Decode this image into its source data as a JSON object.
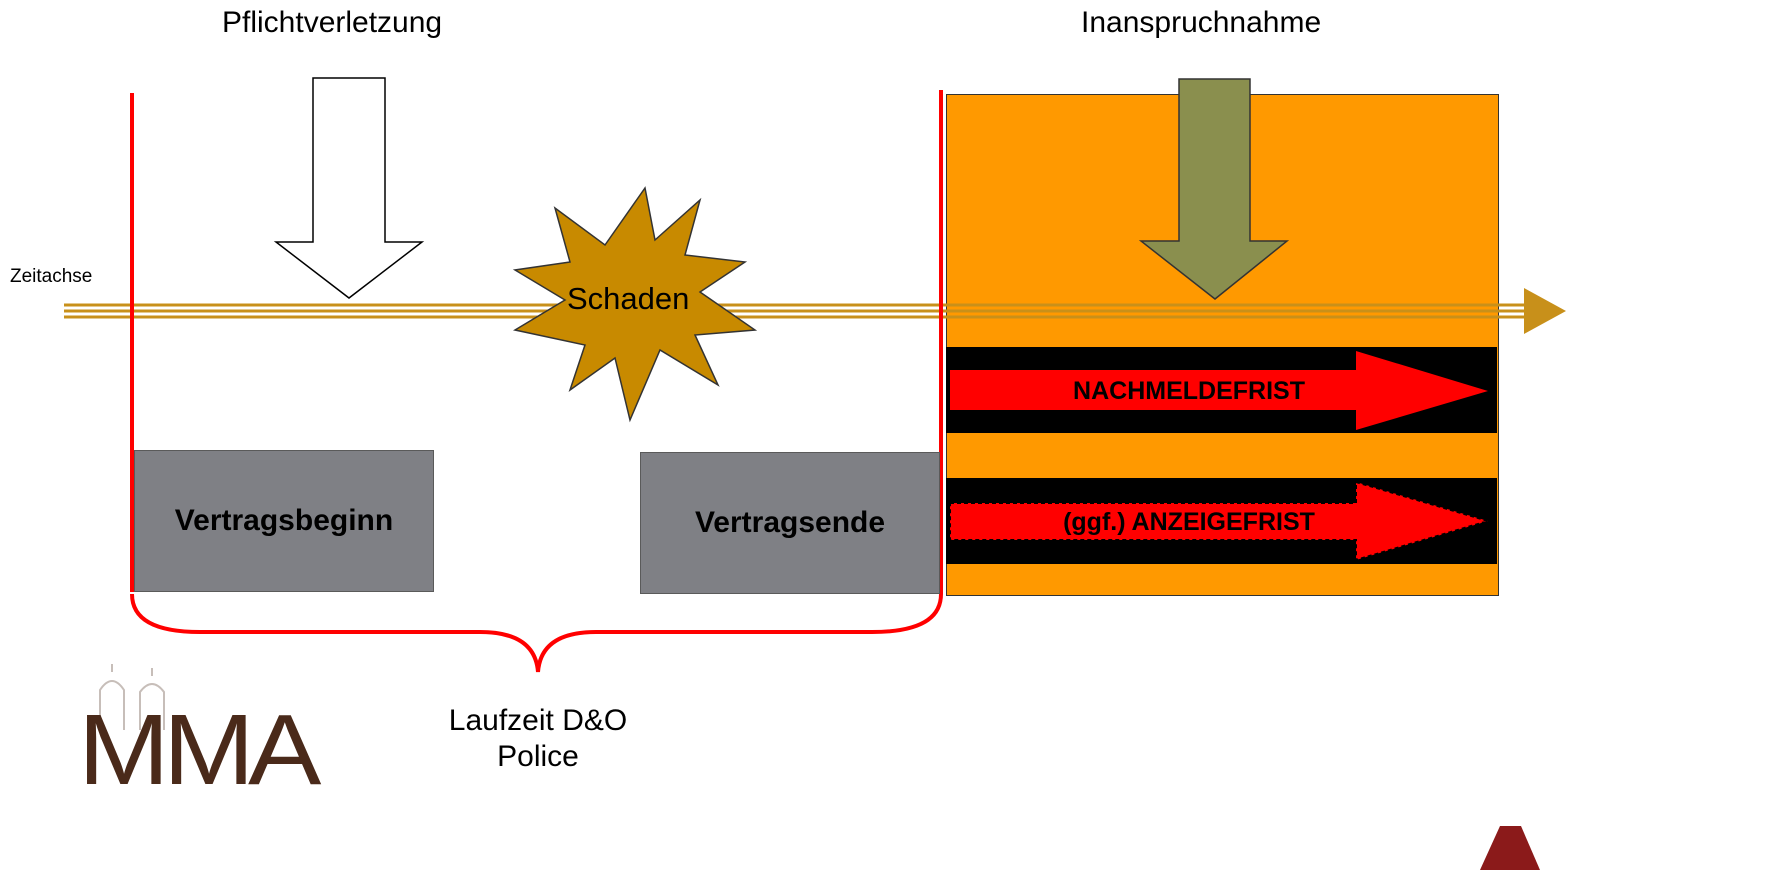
{
  "labels": {
    "pflichtverletzung": "Pflichtverletzung",
    "inanspruchnahme": "Inanspruchnahme",
    "zeitachse": "Zeitachse",
    "schaden": "Schaden",
    "vertragsbeginn": "Vertragsbeginn",
    "vertragsende": "Vertragsende",
    "nachmeldefrist": "NACHMELDEFRIST",
    "anzeigefrist": "(ggf.) ANZEIGEFRIST",
    "laufzeit_line1": "Laufzeit D&O",
    "laufzeit_line2": "Police"
  },
  "logo": {
    "text": "MMA"
  },
  "colors": {
    "timeline": "#c8901a",
    "red_bracket": "#ff0000",
    "orange_region": "#ff9900",
    "grey_box": "#7f8085",
    "olive_arrow": "#8a8f4e",
    "starburst": "#c88a00",
    "band_black": "#000000",
    "band_arrow_red": "#ff0000",
    "logo_brown": "#4a2a1a"
  }
}
